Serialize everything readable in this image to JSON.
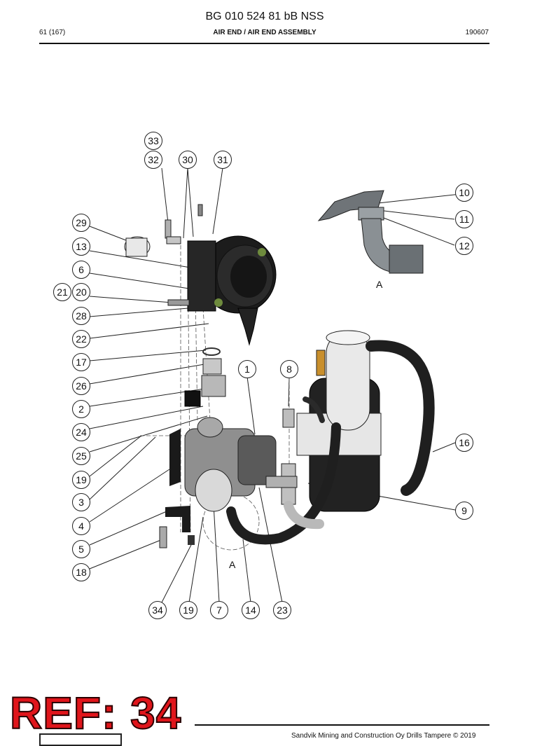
{
  "header": {
    "doc_title": "BG 010 524 81 bB NSS",
    "page_number": "61 (167)",
    "section_title": "AIR END / AIR END ASSEMBLY",
    "date_code": "190607"
  },
  "diagram": {
    "callouts": {
      "c33": "33",
      "c32": "32",
      "c30": "30",
      "c31": "31",
      "c10": "10",
      "c11": "11",
      "c12": "12",
      "c29": "29",
      "c13": "13",
      "c6": "6",
      "c21": "21",
      "c20": "20",
      "c28": "28",
      "c22": "22",
      "c17": "17",
      "c26": "26",
      "c2": "2",
      "c24": "24",
      "c25": "25",
      "c19a": "19",
      "c3": "3",
      "c4": "4",
      "c5": "5",
      "c18": "18",
      "c1": "1",
      "c8": "8",
      "c16": "16",
      "c9": "9",
      "c34": "34",
      "c19b": "19",
      "c7": "7",
      "c14": "14",
      "c23": "23"
    },
    "view_label_detail": "A",
    "view_label_main": "A"
  },
  "stamp": {
    "text": "REF: 34"
  },
  "footer": {
    "copyright": "Sandvik Mining and Construction Oy Drills Tampere © 2019"
  }
}
